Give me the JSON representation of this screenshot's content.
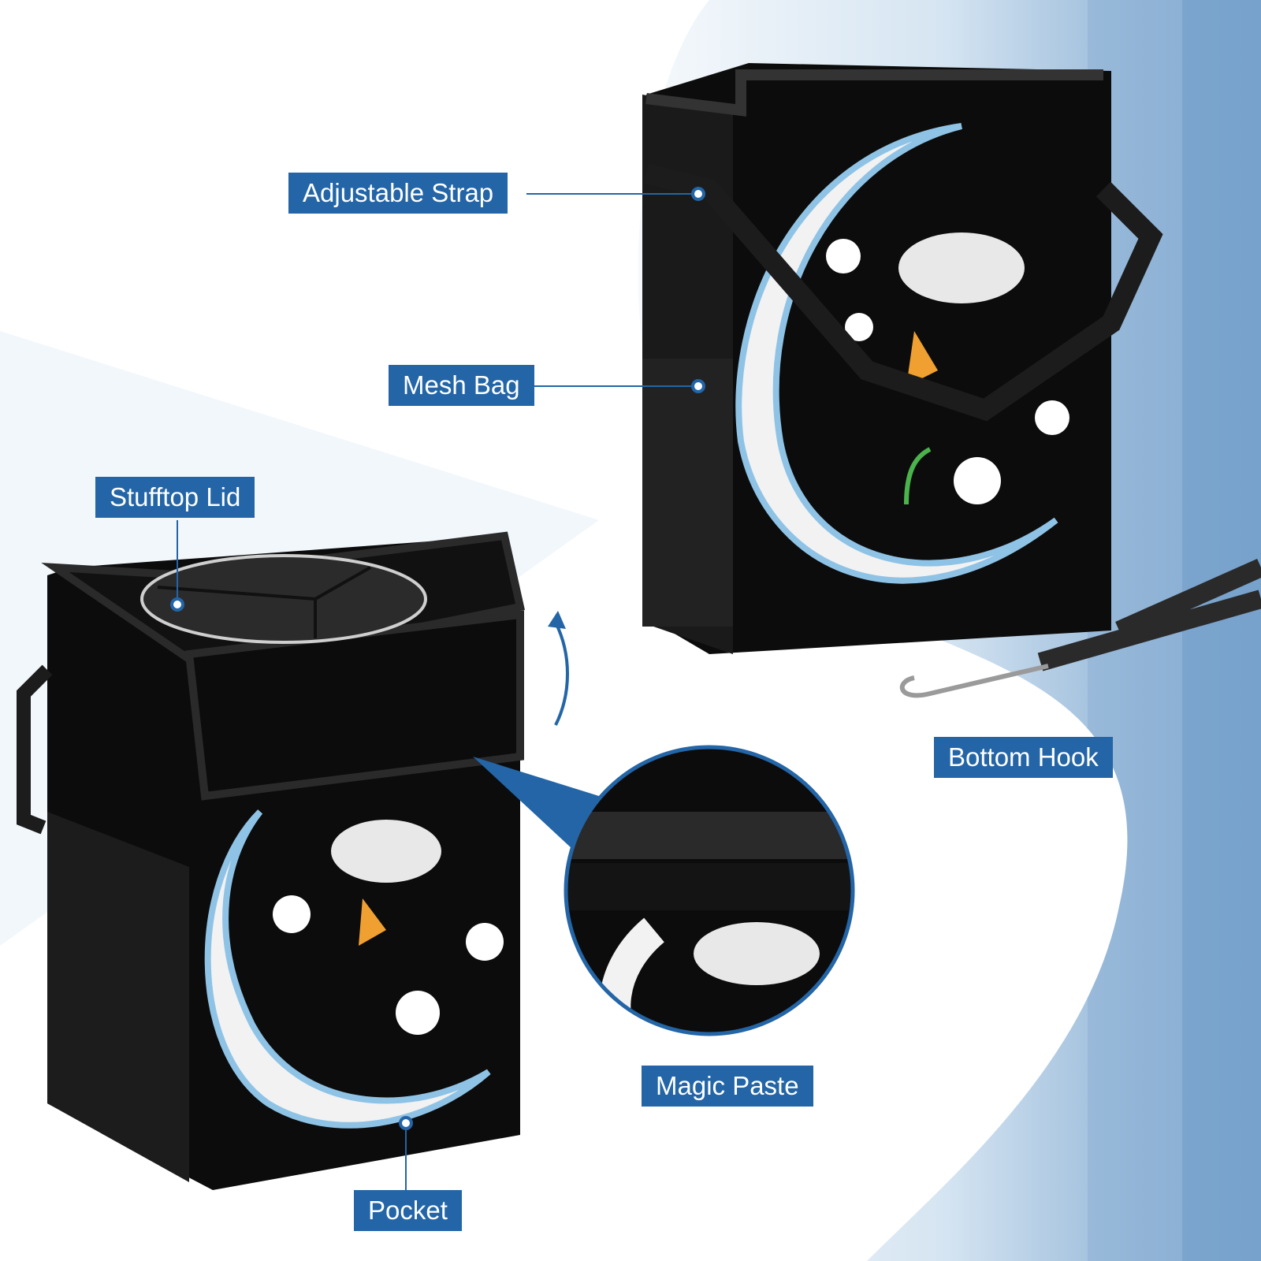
{
  "labels": {
    "adjustable_strap": "Adjustable Strap",
    "mesh_bag": "Mesh Bag",
    "stufftop_lid": "Stufftop Lid",
    "bottom_hook": "Bottom Hook",
    "magic_paste": "Magic Paste",
    "pocket": "Pocket"
  },
  "colors": {
    "label_bg": "#2365a6",
    "bag_body": "#0b0b0b",
    "moon_blue": "#8fc3e6",
    "accent_orange": "#f0a030",
    "background_blue": "#7aa6cf"
  }
}
